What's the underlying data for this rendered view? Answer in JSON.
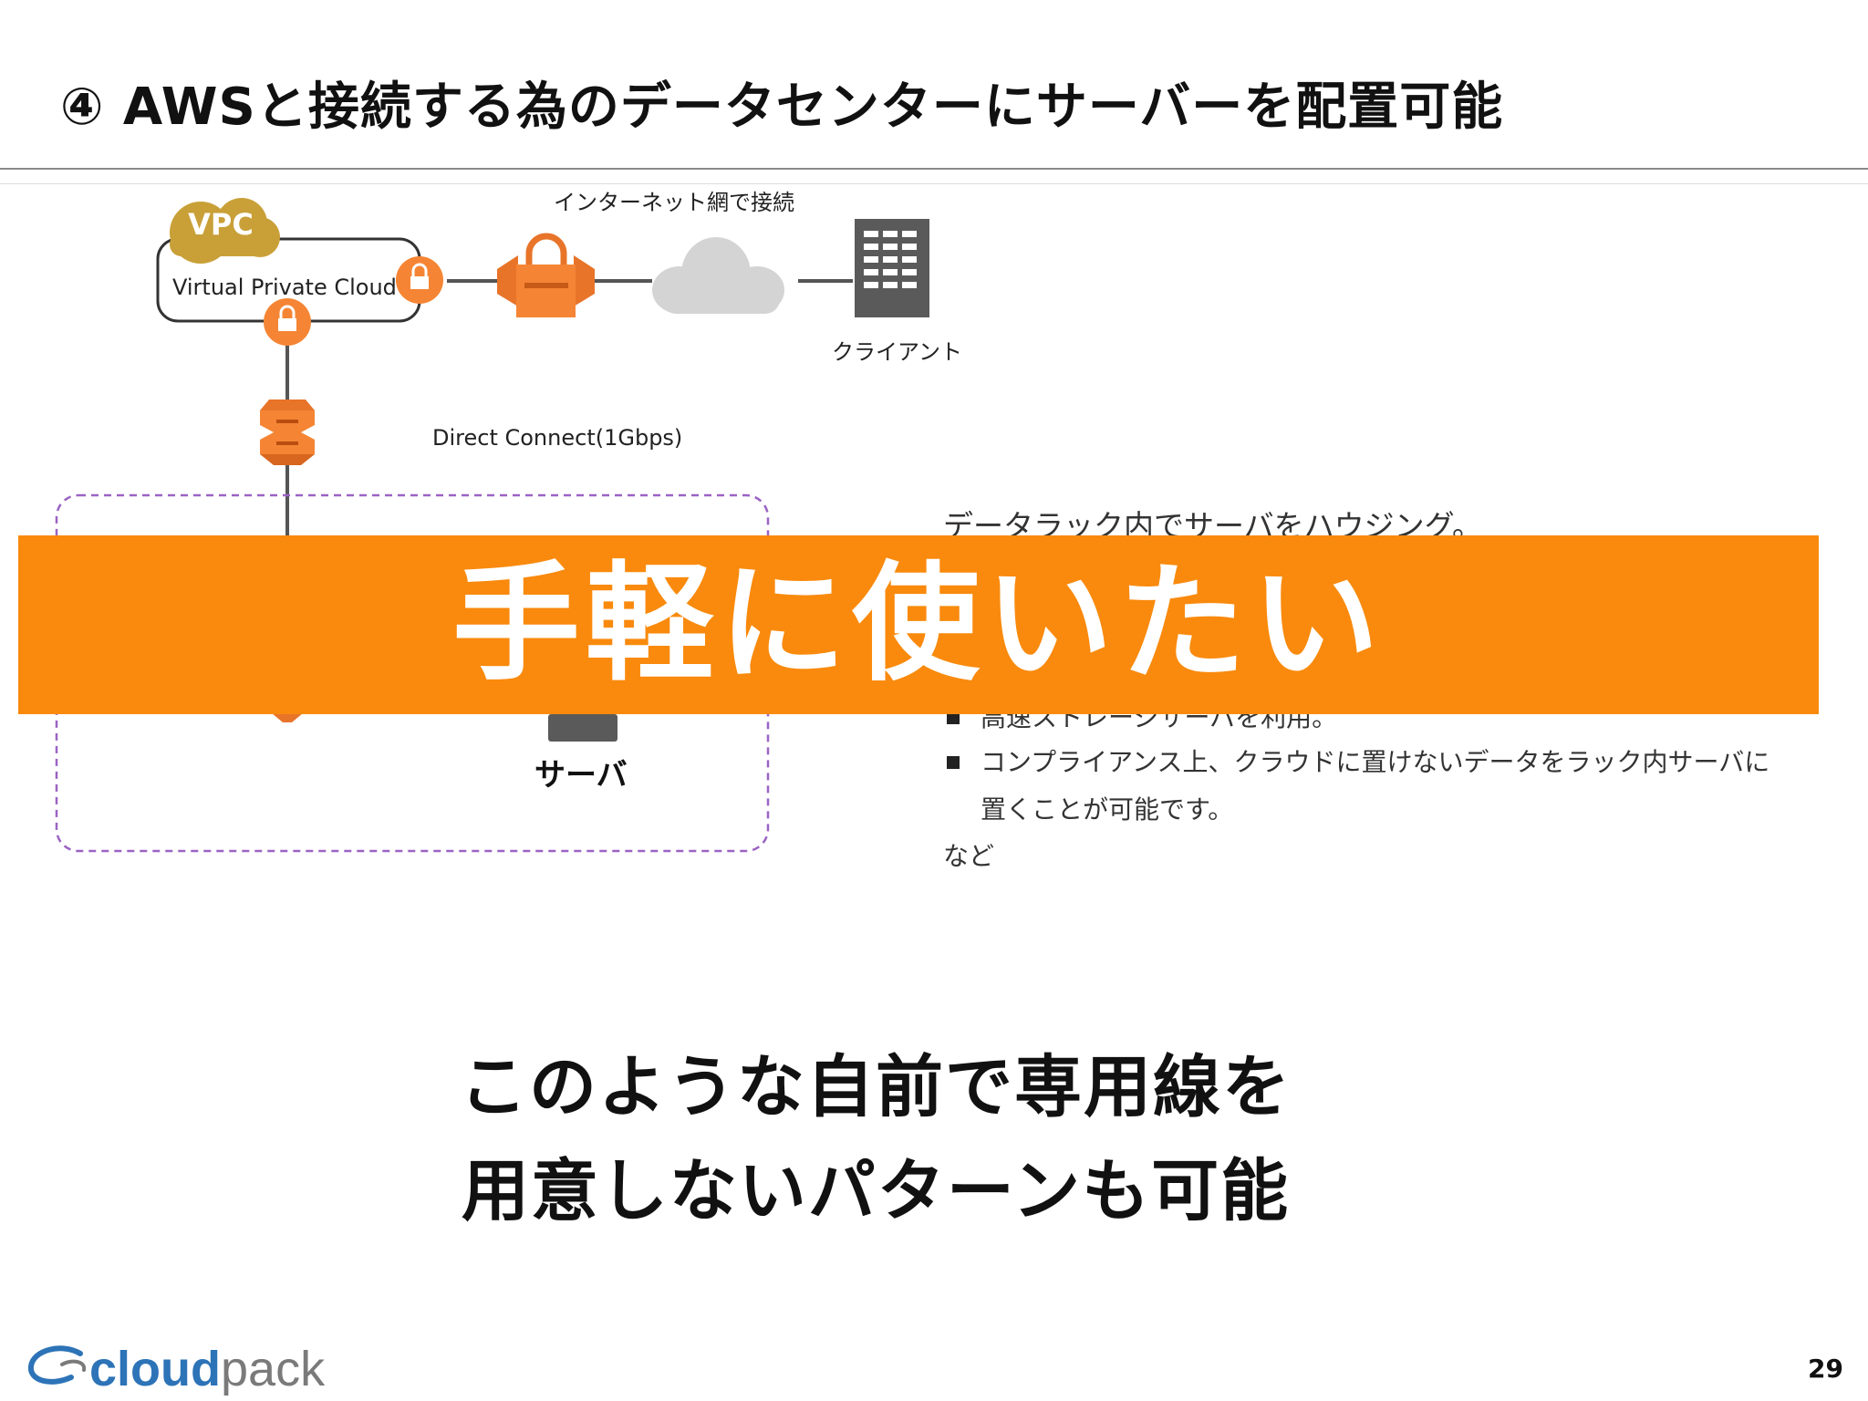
{
  "slide": {
    "title": "④ AWSと接続する為のデータセンターにサーバーを配置可能",
    "page_number": "29"
  },
  "diagram": {
    "vpc_badge": "VPC",
    "vpc_label": "Virtual Private Cloud",
    "internet_label": "インターネット網で接続",
    "client_label": "クライアント",
    "direct_connect_label": "Direct Connect(1Gbps)",
    "server_label": "サーバ"
  },
  "description": {
    "heading": "データラック内でサーバをハウジング。",
    "bullets": [
      "高速ストレージサーバを利用。",
      "コンプライアンス上、クラウドに置けないデータをラック内サーバに",
      "置くことが可能です。"
    ],
    "footer": "など"
  },
  "banner": {
    "text": "手軽に使いたい"
  },
  "message": {
    "line1": "このような自前で専用線を",
    "line2": "用意しないパターンも可能"
  },
  "logo": {
    "part1": "cloud",
    "part2": "pack"
  },
  "colors": {
    "accent_orange": "#f98a0d",
    "vpc_gold": "#c9a038",
    "aws_orange": "#f58534",
    "logo_blue": "#2d73b7"
  }
}
